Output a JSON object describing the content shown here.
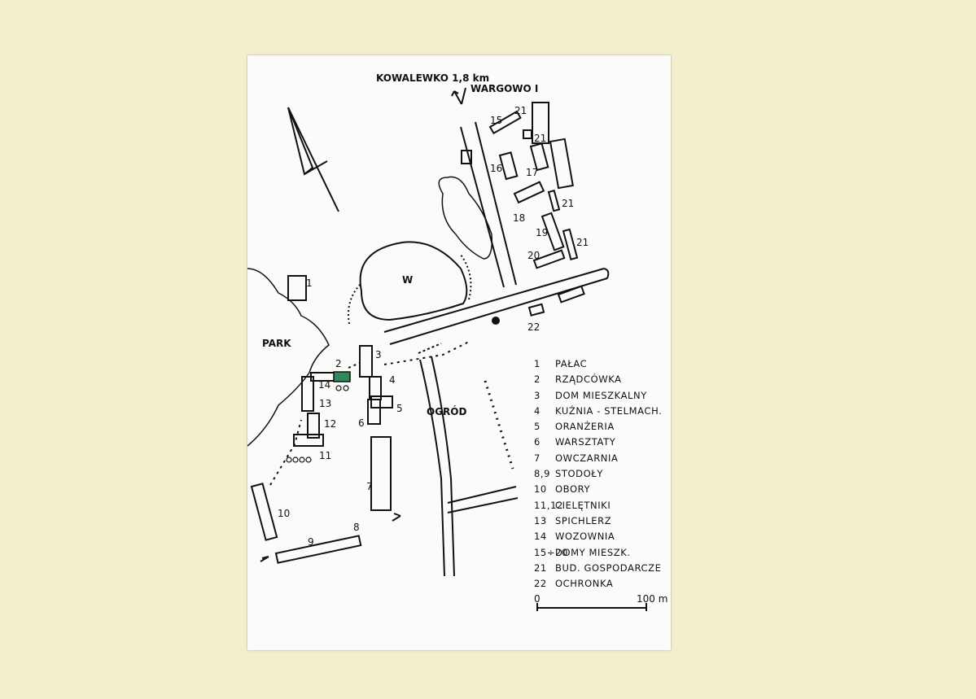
{
  "directions": {
    "road_1": "KOWALEWKO 1,8 km",
    "road_2": "WARGOWO I"
  },
  "areas": {
    "park": "PARK",
    "garden": "OGRÓD",
    "pond": "W"
  },
  "building_numbers": [
    "1",
    "2",
    "3",
    "4",
    "5",
    "6",
    "7",
    "8",
    "9",
    "10",
    "11",
    "12",
    "13",
    "14",
    "15",
    "16",
    "17",
    "18",
    "19",
    "20",
    "21",
    "21",
    "21",
    "21",
    "21",
    "22"
  ],
  "legend": [
    {
      "num": "1",
      "label": "PAŁAC"
    },
    {
      "num": "2",
      "label": "RZĄDCÓWKA"
    },
    {
      "num": "3",
      "label": "DOM MIESZKALNY"
    },
    {
      "num": "4",
      "label": "KUŹNIA - STELMACH."
    },
    {
      "num": "5",
      "label": "ORANŻERIA"
    },
    {
      "num": "6",
      "label": "WARSZTATY"
    },
    {
      "num": "7",
      "label": "OWCZARNIA"
    },
    {
      "num": "8,9",
      "label": "STODOŁY"
    },
    {
      "num": "10",
      "label": "OBORY"
    },
    {
      "num": "11,12",
      "label": "CIELĘTNIKI"
    },
    {
      "num": "13",
      "label": "SPICHLERZ"
    },
    {
      "num": "14",
      "label": "WOZOWNIA"
    },
    {
      "num": "15÷20",
      "label": "DOMY MIESZK."
    },
    {
      "num": "21",
      "label": "BUD. GOSPODARCZE"
    },
    {
      "num": "22",
      "label": "OCHRONKA"
    }
  ],
  "scale": {
    "start": "0",
    "end": "100 m"
  },
  "colors": {
    "highlight": "#2e8b57",
    "ink": "#111111",
    "paper": "#fbfbf9",
    "mount": "#f3efce"
  }
}
